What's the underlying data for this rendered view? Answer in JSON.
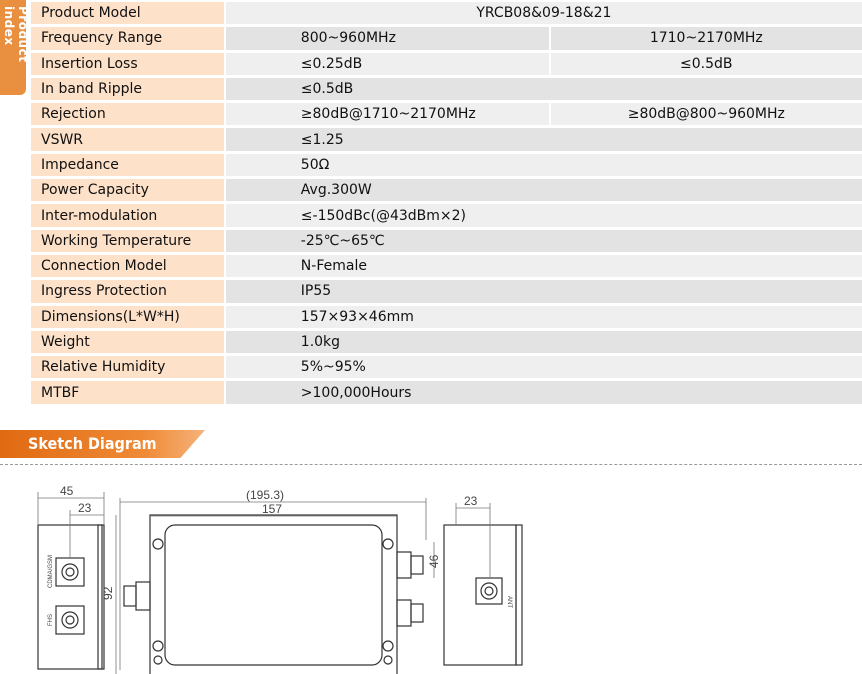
{
  "side_tab": "Product index",
  "table": {
    "header": {
      "label": "Product Model",
      "value": "YRCB08&09-18&21"
    },
    "rows": [
      {
        "label": "Frequency Range",
        "v1": "800~960MHz",
        "v2": "1710~2170MHz"
      },
      {
        "label": "Insertion Loss",
        "v1": "≤0.25dB",
        "v2": "≤0.5dB"
      },
      {
        "label": "In band Ripple",
        "v1": "≤0.5dB"
      },
      {
        "label": "Rejection",
        "v1": "≥80dB@1710~2170MHz",
        "v2": "≥80dB@800~960MHz"
      },
      {
        "label": "VSWR",
        "v1": "≤1.25"
      },
      {
        "label": "Impedance",
        "v1": "50Ω"
      },
      {
        "label": "Power Capacity",
        "v1": "Avg.300W"
      },
      {
        "label": "Inter-modulation",
        "v1": "≤-150dBc(@43dBm×2)"
      },
      {
        "label": "Working Temperature",
        "v1": "-25℃~65℃"
      },
      {
        "label": "Connection Model",
        "v1": "N-Female"
      },
      {
        "label": "Ingress Protection",
        "v1": "IP55"
      },
      {
        "label": "Dimensions(L*W*H)",
        "v1": "157×93×46mm"
      },
      {
        "label": "Weight",
        "v1": "1.0kg"
      },
      {
        "label": "Relative Humidity",
        "v1": "5%~95%"
      },
      {
        "label": "MTBF",
        "v1": ">100,000Hours"
      }
    ]
  },
  "sketch": {
    "title": "Sketch Diagram",
    "dims": {
      "d45": "45",
      "d23a": "23",
      "d195": "(195.3)",
      "d157": "157",
      "d23b": "23",
      "d46": "46",
      "d92": "92"
    },
    "port_labels": {
      "p1": "CDMA/GSM",
      "p2": "FHS",
      "p3": "ANT"
    }
  }
}
